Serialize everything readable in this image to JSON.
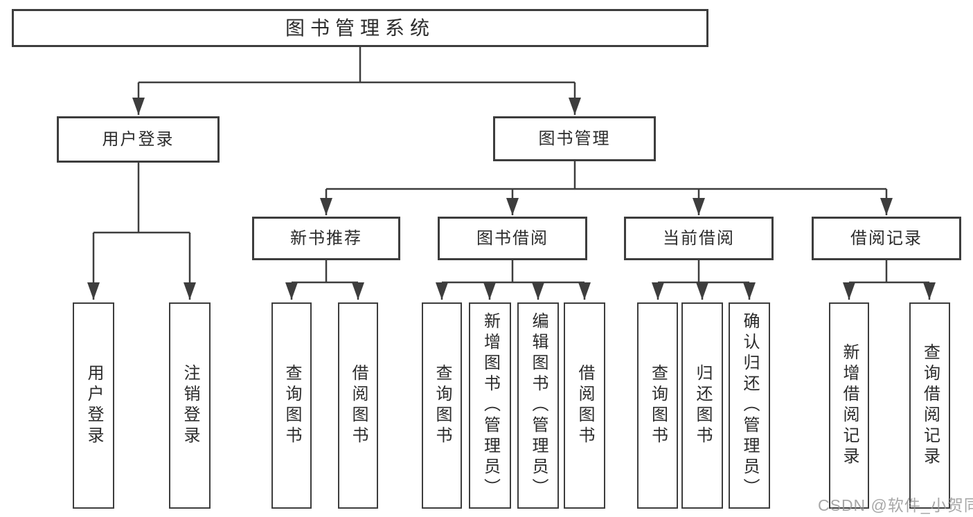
{
  "diagram": {
    "root": {
      "label": "图书管理系统"
    },
    "level1": [
      {
        "label": "用户登录",
        "leaves": [
          {
            "label": "用户登录"
          },
          {
            "label": "注销登录"
          }
        ]
      },
      {
        "label": "图书管理",
        "groups": [
          {
            "label": "新书推荐",
            "leaves": [
              {
                "label": "查询图书"
              },
              {
                "label": "借阅图书"
              }
            ]
          },
          {
            "label": "图书借阅",
            "leaves": [
              {
                "label": "查询图书"
              },
              {
                "label": "新增图书（管理员）"
              },
              {
                "label": "编辑图书（管理员）"
              },
              {
                "label": "借阅图书"
              }
            ]
          },
          {
            "label": "当前借阅",
            "leaves": [
              {
                "label": "查询图书"
              },
              {
                "label": "归还图书"
              },
              {
                "label": "确认归还（管理员）"
              }
            ]
          },
          {
            "label": "借阅记录",
            "leaves": [
              {
                "label": "新增借阅记录"
              },
              {
                "label": "查询借阅记录"
              }
            ]
          }
        ]
      }
    ]
  },
  "watermark": {
    "text": "CSDN @软件_小贺同学"
  },
  "colors": {
    "line": "#3d3d3d",
    "box_border": "#3d3d3d",
    "text": "#2b2b2b",
    "background": "#ffffff",
    "watermark": "#949494"
  }
}
